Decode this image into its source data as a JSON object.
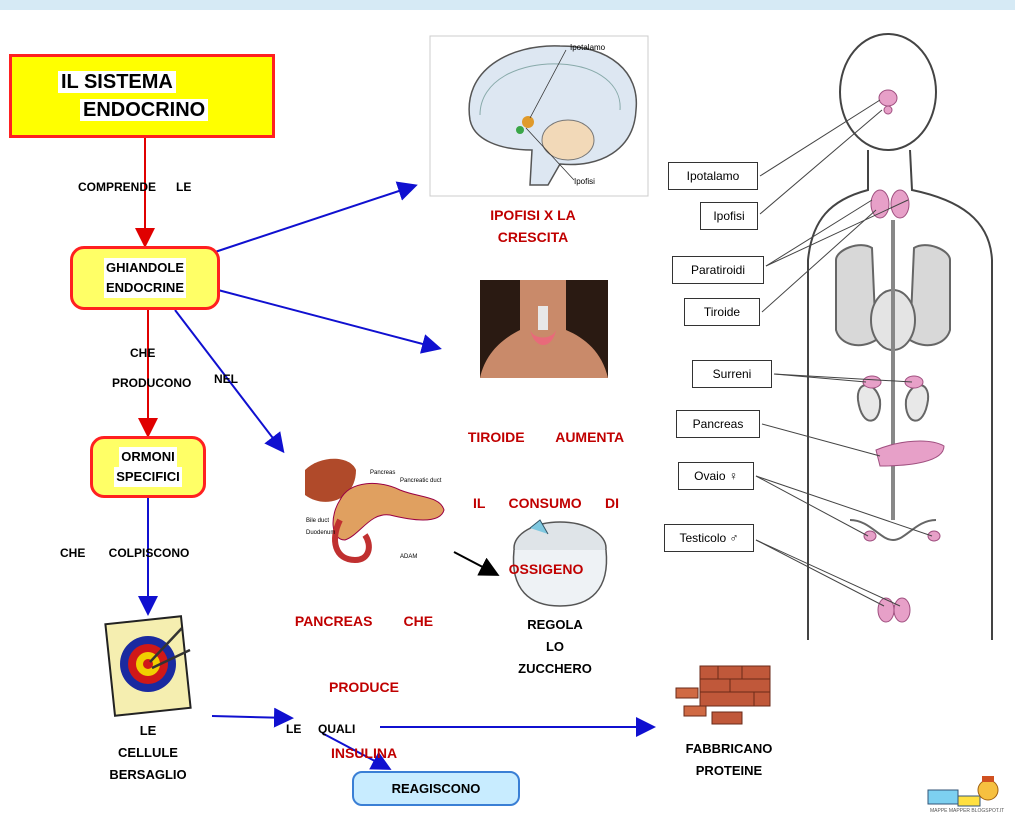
{
  "title": {
    "line1": "IL    SISTEMA",
    "line2": "ENDOCRINO"
  },
  "nodes": {
    "ghiandole": {
      "line1": "GHIANDOLE",
      "line2": "ENDOCRINE"
    },
    "ormoni": {
      "line1": "ORMONI",
      "line2": "SPECIFICI"
    },
    "reagiscono": "REAGISCONO"
  },
  "links": {
    "comprende": "COMPRENDE      LE",
    "che_producono_1": "CHE",
    "che_producono_2": "PRODUCONO",
    "nel": "NEL",
    "che_colpiscono": "CHE       COLPISCONO",
    "le_quali": "LE     QUALI"
  },
  "captions": {
    "ipofisi": [
      "IPOFISI    X    LA",
      "CRESCITA"
    ],
    "tiroide": [
      "TIROIDE        AUMENTA",
      "IL      CONSUMO      DI",
      "OSSIGENO"
    ],
    "pancreas": [
      "PANCREAS        CHE",
      "PRODUCE",
      "INSULINA"
    ],
    "regola": [
      "REGOLA",
      "LO",
      "ZUCCHERO"
    ],
    "cellule": [
      "LE",
      "CELLULE",
      "BERSAGLIO"
    ],
    "fabbricano": [
      "FABBRICANO",
      "PROTEINE"
    ]
  },
  "brain_labels": {
    "ipotalamo": "Ipotalamo",
    "ipofisi": "Ipofisi"
  },
  "pancreas_labels": [
    "Pancreas",
    "Pancreatic duct",
    "Bile duct",
    "Duodenum",
    "ADAM"
  ],
  "body_labels": [
    "Ipotalamo",
    "Ipofisi",
    "Paratiroidi",
    "Tiroide",
    "Surreni",
    "Pancreas",
    "Ovaio ♀",
    "Testicolo ♂"
  ],
  "logo_text": "MAPPE MAPPER BLOGSPOT.IT",
  "colors": {
    "red_arrow": "#e00000",
    "blue_arrow": "#1010d0",
    "caption_red": "#c00000",
    "gland_pink": "#e7a0c8"
  }
}
